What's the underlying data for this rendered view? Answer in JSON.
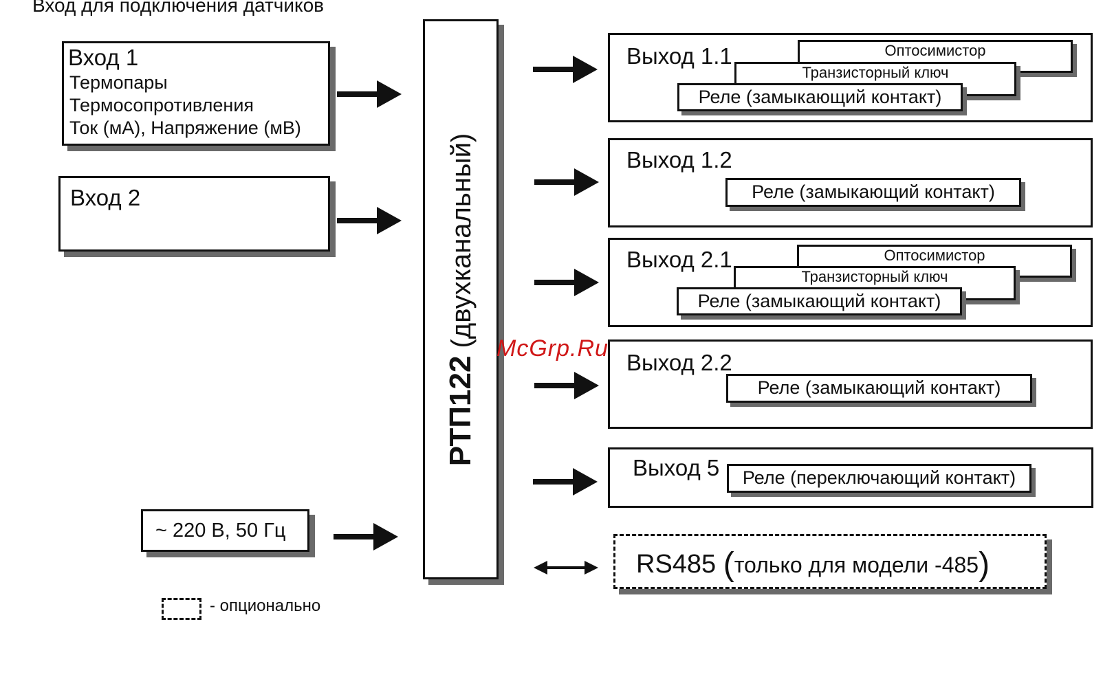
{
  "header": {
    "text": "Вход для подключения датчиков"
  },
  "inputs": {
    "input1": {
      "title": "Вход 1",
      "lines": [
        "Термопары",
        "Термосопротивления",
        "Ток (мА), Напряжение (мВ)"
      ]
    },
    "input2": {
      "title": "Вход 2"
    },
    "power": {
      "title": "~ 220 В, 50 Гц"
    }
  },
  "device": {
    "name": "РТП122",
    "subtitle": "(двухканальный)"
  },
  "outputs": {
    "out11": {
      "title": "Выход 1.1",
      "opto": "Оптосимистор",
      "transistor": "Транзисторный ключ",
      "relay": "Реле (замыкающий контакт)"
    },
    "out12": {
      "title": "Выход 1.2",
      "relay": "Реле (замыкающий контакт)"
    },
    "out21": {
      "title": "Выход 2.1",
      "opto": "Оптосимистор",
      "transistor": "Транзисторный ключ",
      "relay": "Реле (замыкающий контакт)"
    },
    "out22": {
      "title": "Выход 2.2",
      "relay": "Реле (замыкающий контакт)"
    },
    "out5": {
      "title": "Выход 5",
      "relay": "Реле (переключающий контакт)"
    }
  },
  "rs485": {
    "name": "RS485",
    "open": "(",
    "note": "только для модели -485",
    "close": ")"
  },
  "legend": {
    "text": "- опционально"
  },
  "watermark": {
    "text": "McGrp.Ru"
  },
  "colors": {
    "line": "#111111",
    "shadow": "#6a6a6a",
    "watermark": "#d01818",
    "background": "#ffffff"
  }
}
